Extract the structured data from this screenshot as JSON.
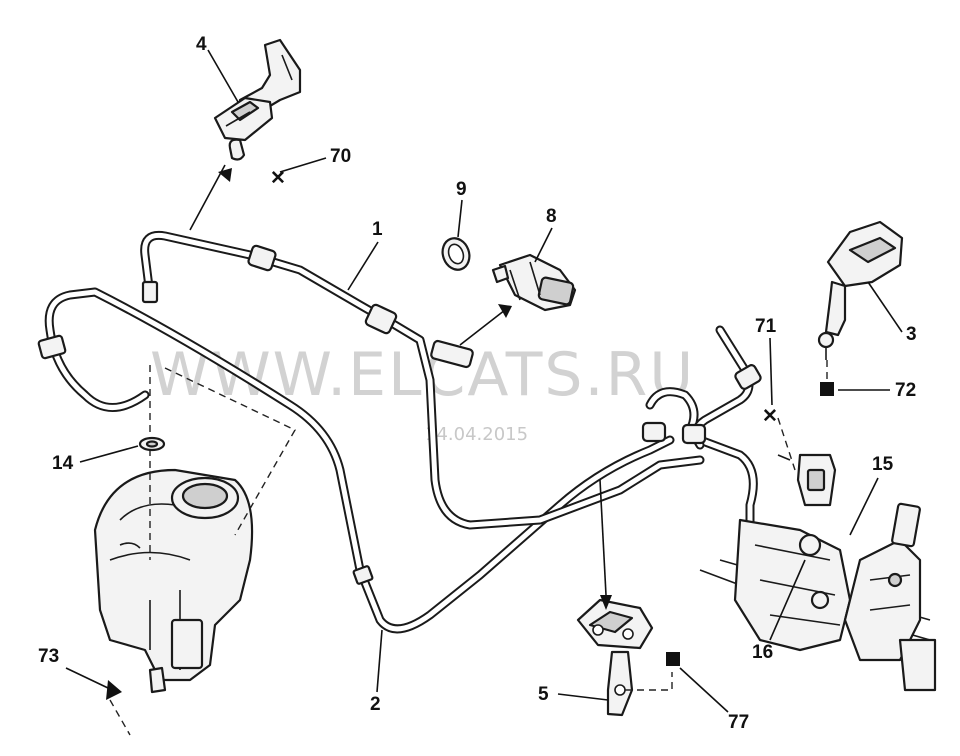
{
  "watermark": {
    "text": "WWW.ELCATS.RU",
    "date": "14.04.2015"
  },
  "callouts": {
    "c1": "1",
    "c2": "2",
    "c3": "3",
    "c4": "4",
    "c5": "5",
    "c8": "8",
    "c9": "9",
    "c14": "14",
    "c15": "15",
    "c16": "16",
    "c70": "70",
    "c71": "71",
    "c72": "72",
    "c73": "73",
    "c77": "77"
  }
}
